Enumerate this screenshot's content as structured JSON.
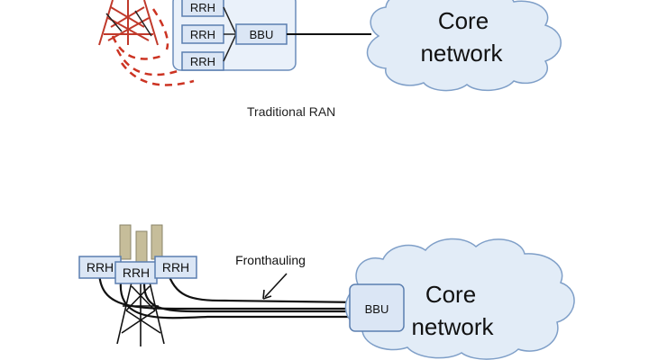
{
  "top": {
    "rrh_labels": [
      "RRH",
      "RRH",
      "RRH"
    ],
    "bbu_label": "BBU",
    "core_line1": "Core",
    "core_line2": "network",
    "caption": "Traditional RAN"
  },
  "bottom": {
    "rrh_labels": [
      "RRH",
      "RRH",
      "RRH"
    ],
    "bbu_label": "BBU",
    "core_line1": "Core",
    "core_line2": "network",
    "fronthaul_label": "Fronthauling"
  },
  "colors": {
    "cloud_fill": "#e2ecf7",
    "cloud_stroke": "#7f9fc8",
    "box_fill": "#dbe6f5",
    "box_stroke": "#5b7fb0",
    "tower": "#c0392b",
    "signal": "#cc3322",
    "antenna": "#c6bd9a"
  }
}
